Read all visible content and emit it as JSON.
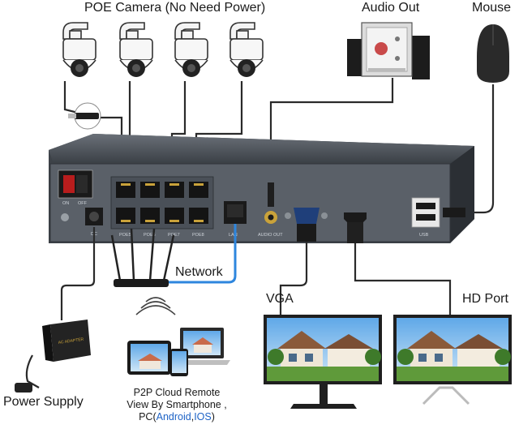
{
  "labels": {
    "poe_camera": "POE Camera (No Need Power)",
    "audio_out": "Audio Out",
    "mouse": "Mouse",
    "network": "Network",
    "vga": "VGA",
    "hd_port": "HD Port",
    "power_supply": "Power Supply",
    "p2p_line1": "P2P Cloud Remote",
    "p2p_line2": "View By Smartphone ,",
    "p2p_line3_prefix": "PC(",
    "p2p_line3_android": "Android",
    "p2p_line3_sep": ",",
    "p2p_line3_ios": "IOS",
    "p2p_line3_suffix": ")"
  },
  "panel": {
    "switch_on": "ON",
    "switch_off": "OFF",
    "dc": "DC",
    "poe5": "POE5",
    "poe6": "POE6",
    "poe7": "POE7",
    "poe8": "POE8",
    "lan": "LAN",
    "audio_out_port": "AUDIO OUT",
    "usb_port": "USB"
  },
  "adapter_text": "AC ADAPTER",
  "colors": {
    "cable": "#2a2a2a",
    "network_cable": "#2e86de",
    "link_text_blue": "#1e63c6",
    "nvr_body": "#3d4248",
    "nvr_panel": "#5a6068"
  }
}
